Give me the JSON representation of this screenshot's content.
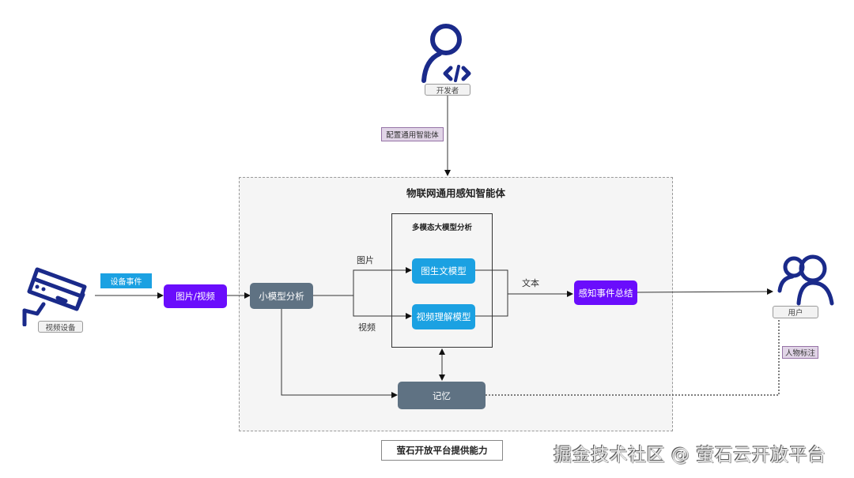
{
  "diagram": {
    "container_title": "物联网通用感知智能体",
    "group_title": "多模态大模型分析",
    "actors": {
      "developer": {
        "label": "开发者",
        "icon": "developer-code-icon"
      },
      "device": {
        "label": "视频设备",
        "icon": "security-camera-icon"
      },
      "user": {
        "label": "用户",
        "icon": "users-icon"
      }
    },
    "nodes": {
      "image_video": "图片/视频",
      "small_model": "小模型分析",
      "image_to_text": "图生文模型",
      "video_understanding": "视频理解模型",
      "event_summary": "感知事件总结",
      "memory": "记忆"
    },
    "edge_labels": {
      "config_agent": "配置通用智能体",
      "device_event": "设备事件",
      "image": "图片",
      "video": "视频",
      "text": "文本",
      "person_annotation": "人物标注"
    },
    "platform_label": "萤石开放平台提供能力",
    "colors": {
      "purple_node": "#6a0dfc",
      "slate_node": "#5f7283",
      "blue_node": "#1ba1e2",
      "icon_navy": "#1a2a8a",
      "lavender_tag": "#e1d5e7"
    }
  },
  "watermark": "掘金技术社区 @ 萤石云开放平台"
}
